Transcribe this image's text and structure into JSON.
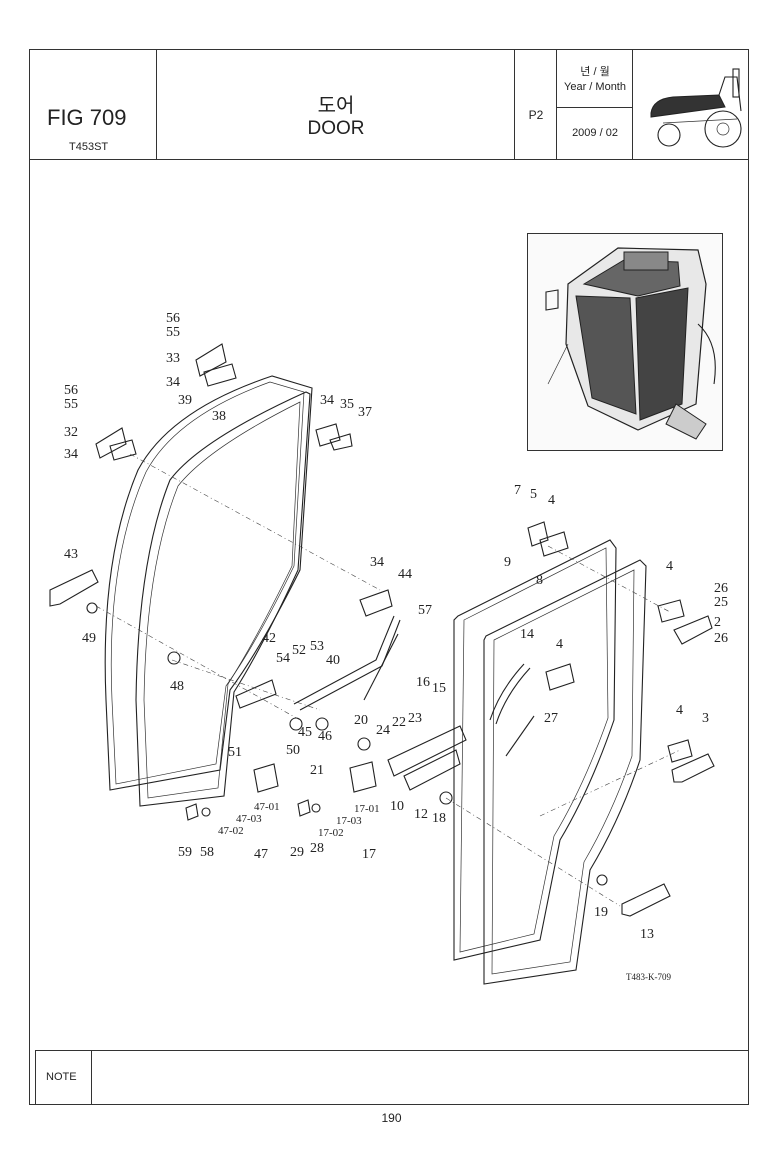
{
  "header": {
    "fig": "FIG 709",
    "model": "T453ST",
    "title_kr": "도어",
    "title_en": "DOOR",
    "page_code": "P2",
    "year_month_kr": "년 / 월",
    "year_month_en": "Year / Month",
    "date": "2009 / 02"
  },
  "diagram": {
    "image_code": "T483-K-709",
    "callouts": [
      "56",
      "55",
      "33",
      "34",
      "56",
      "55",
      "39",
      "38",
      "32",
      "34",
      "34",
      "35",
      "37",
      "43",
      "49",
      "48",
      "42",
      "54",
      "52",
      "53",
      "40",
      "34",
      "44",
      "57",
      "45",
      "46",
      "50",
      "51",
      "47-01",
      "47-03",
      "47-02",
      "47",
      "59",
      "58",
      "21",
      "17-01",
      "17-03",
      "17-02",
      "17",
      "29",
      "28",
      "20",
      "24",
      "22",
      "23",
      "16",
      "15",
      "10",
      "12",
      "18",
      "7",
      "5",
      "4",
      "9",
      "8",
      "4",
      "26",
      "25",
      "2",
      "26",
      "14",
      "4",
      "27",
      "4",
      "3",
      "19",
      "13"
    ]
  },
  "footer": {
    "note_label": "NOTE",
    "page_number": "190"
  }
}
